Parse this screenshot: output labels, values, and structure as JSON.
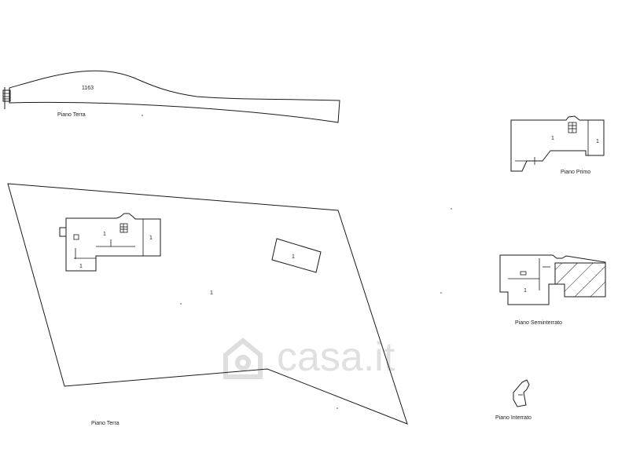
{
  "site_profile": {
    "elevation_label": "1163",
    "caption": "Piano Terra"
  },
  "site_plan": {
    "parcel_number": "1",
    "house_room_numbers": [
      "1",
      "1",
      "1"
    ],
    "outbuilding_number": "1",
    "caption": "Piano Terra"
  },
  "floors": {
    "primo": {
      "room_number": "1",
      "side_number": "1",
      "caption": "Piano Primo"
    },
    "seminterrato": {
      "room_number": "1",
      "caption": "Piano Seminterrato"
    },
    "interrato": {
      "caption": "Piano Interrato"
    }
  },
  "watermark": {
    "text": "casa.it"
  },
  "colors": {
    "ink": "#1a1a1a",
    "watermark": "#d6d6d6"
  }
}
